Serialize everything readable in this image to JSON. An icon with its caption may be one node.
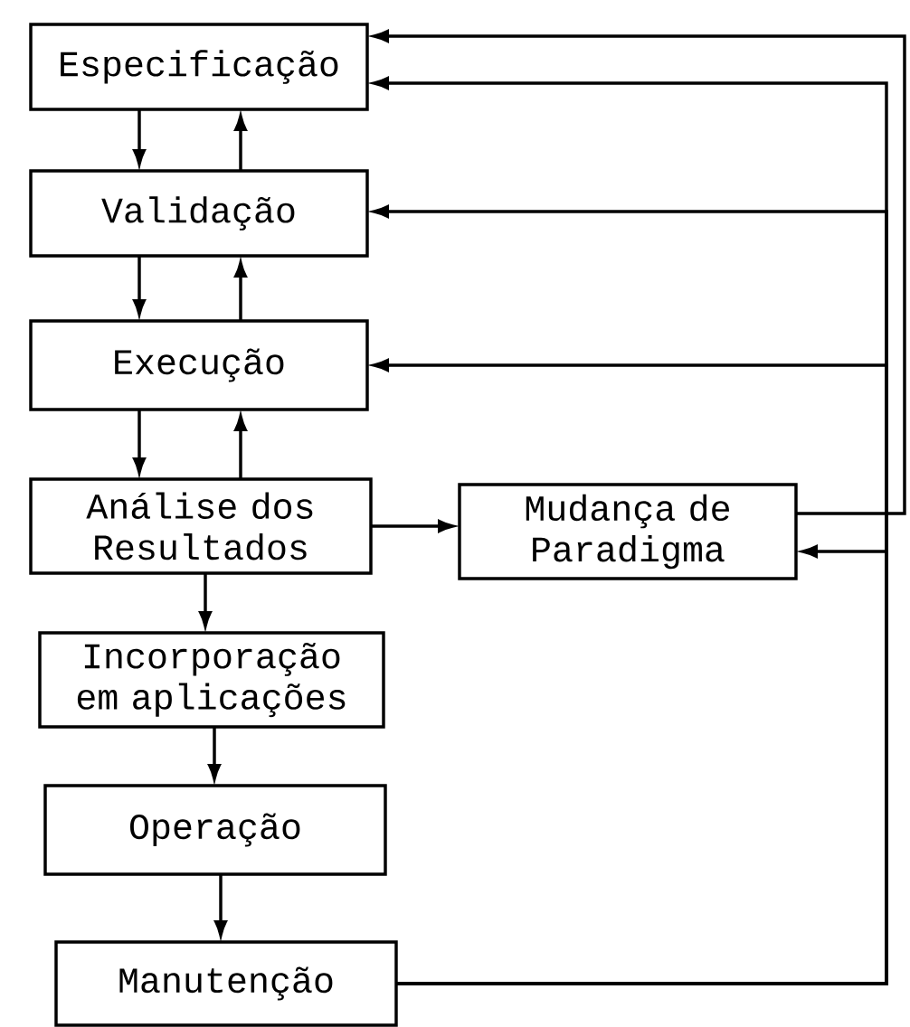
{
  "diagram": {
    "nodes": [
      {
        "text": [
          "Especificação"
        ]
      },
      {
        "text": [
          "Validação"
        ]
      },
      {
        "text": [
          "Execução"
        ]
      },
      {
        "text": [
          "Análise dos Resultados"
        ]
      },
      {
        "text": [
          "Mudança de Paradigma"
        ]
      },
      {
        "text": [
          "Incorporação em aplicações"
        ]
      },
      {
        "text": [
          "Operação"
        ]
      },
      {
        "text": [
          "Manutenção"
        ]
      }
    ],
    "edges": [
      {
        "from": 0,
        "to": 1,
        "arrow": "to"
      },
      {
        "from": 1,
        "to": 0,
        "arrow": "to"
      },
      {
        "from": 1,
        "to": 2,
        "arrow": "to"
      },
      {
        "from": 2,
        "to": 1,
        "arrow": "to"
      },
      {
        "from": 2,
        "to": 3,
        "arrow": "to"
      },
      {
        "from": 3,
        "to": 2,
        "arrow": "to"
      },
      {
        "from": 3,
        "to": 4,
        "arrow": "to"
      },
      {
        "from": 3,
        "to": 5,
        "arrow": "to"
      },
      {
        "from": 5,
        "to": 6,
        "arrow": "to"
      },
      {
        "from": 6,
        "to": 7,
        "arrow": "to"
      },
      {
        "from": 7,
        "to": 0,
        "arrow": "to"
      },
      {
        "from": 7,
        "to": 1,
        "arrow": "to"
      },
      {
        "from": 7,
        "to": 2,
        "arrow": "to"
      },
      {
        "from": 7,
        "to": 4,
        "arrow": "to"
      },
      {
        "from": 4,
        "to": 0,
        "arrow": "to"
      }
    ]
  }
}
